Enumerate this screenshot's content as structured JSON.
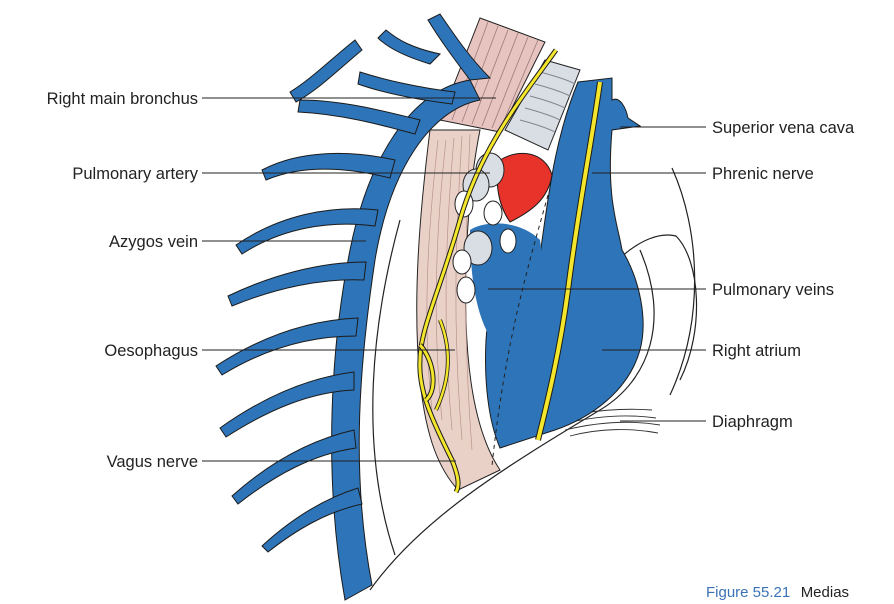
{
  "labels": {
    "right_main_bronchus": "Right main bronchus",
    "pulmonary_artery": "Pulmonary artery",
    "azygos_vein": "Azygos vein",
    "oesophagus": "Oesophagus",
    "vagus_nerve": "Vagus nerve",
    "superior_vena_cava": "Superior vena cava",
    "phrenic_nerve": "Phrenic nerve",
    "pulmonary_veins": "Pulmonary veins",
    "right_atrium": "Right atrium",
    "diaphragm": "Diaphragm"
  },
  "caption": {
    "figure_number": "Figure 55.21",
    "title_fragment": "Medias"
  },
  "colors": {
    "vein_blue": "#2e74b8",
    "nerve_yellow": "#f4e62a",
    "artery_red": "#e8332b",
    "oesophagus_pink": "#ead1c8",
    "muscle_pink": "#e8c4c0",
    "bronchus_grey": "#d9dde4",
    "line": "#222222",
    "caption_blue": "#3a73b5"
  }
}
